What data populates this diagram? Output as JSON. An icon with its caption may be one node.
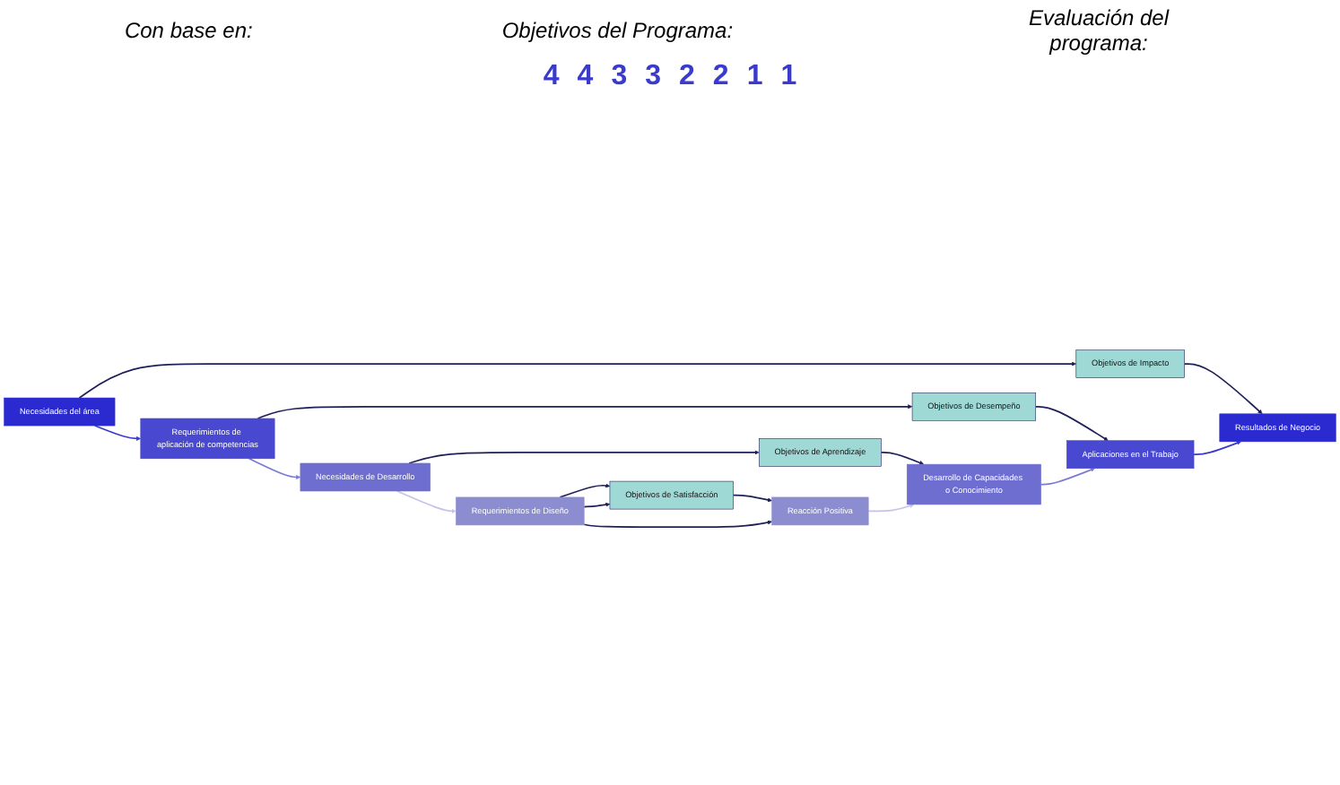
{
  "diagram": {
    "nodes": [
      {
        "text": [
          "Necesidades del área"
        ]
      },
      {
        "text": [
          "Objetivos de Impacto"
        ]
      },
      {
        "text": [
          "Resultados de Negocio"
        ]
      },
      {
        "text": [
          "Requerimientos de aplicación de competencias"
        ]
      },
      {
        "text": [
          "Objetivos de Desempeño"
        ]
      },
      {
        "text": [
          "Aplicaciones en el Trabajo"
        ]
      },
      {
        "text": [
          "Necesidades de Desarrollo"
        ]
      },
      {
        "text": [
          "Objetivos de Aprendizaje"
        ]
      },
      {
        "text": [
          "Desarrollo de Capacidades o Conocimiento"
        ]
      },
      {
        "text": [
          "Requerimientos de Diseño"
        ]
      },
      {
        "text": [
          "Objetivos de Satisfacción"
        ]
      },
      {
        "text": [
          "Reacción Positiva"
        ]
      }
    ],
    "edges": [
      {
        "from": 0,
        "to": 1,
        "arrow": "to"
      },
      {
        "from": 1,
        "to": 2,
        "arrow": "to"
      },
      {
        "from": 0,
        "to": 3,
        "arrow": "to",
        "color": "#3a3acc"
      },
      {
        "from": 3,
        "to": 4,
        "arrow": "to"
      },
      {
        "from": 4,
        "to": 5,
        "arrow": "to"
      },
      {
        "from": 5,
        "to": 2,
        "arrow": "to",
        "color": "#3a3acc"
      },
      {
        "from": 3,
        "to": 6,
        "arrow": "to",
        "color": "#7a7ad8"
      },
      {
        "from": 6,
        "to": 7,
        "arrow": "to"
      },
      {
        "from": 7,
        "to": 8,
        "arrow": "to"
      },
      {
        "from": 8,
        "to": 5,
        "arrow": "to",
        "color": "#7a7ad8"
      },
      {
        "from": 6,
        "to": 9,
        "arrow": "to",
        "color": "#c4c4ea"
      },
      {
        "from": 9,
        "to": 10,
        "arrow": "to"
      },
      {
        "from": 10,
        "to": 11,
        "arrow": "to"
      },
      {
        "from": 11,
        "to": 8,
        "arrow": "to",
        "color": "#c4c4ea"
      },
      {
        "from": 9,
        "to": 10,
        "arrow": "to"
      },
      {
        "from": 9,
        "to": 11,
        "arrow": "to"
      }
    ],
    "labels": [
      "Con base en:",
      "Objetivos del Programa:",
      "Evaluación del programa:",
      "4",
      "4",
      "3",
      "3",
      "2",
      "2",
      "1",
      "1"
    ]
  }
}
